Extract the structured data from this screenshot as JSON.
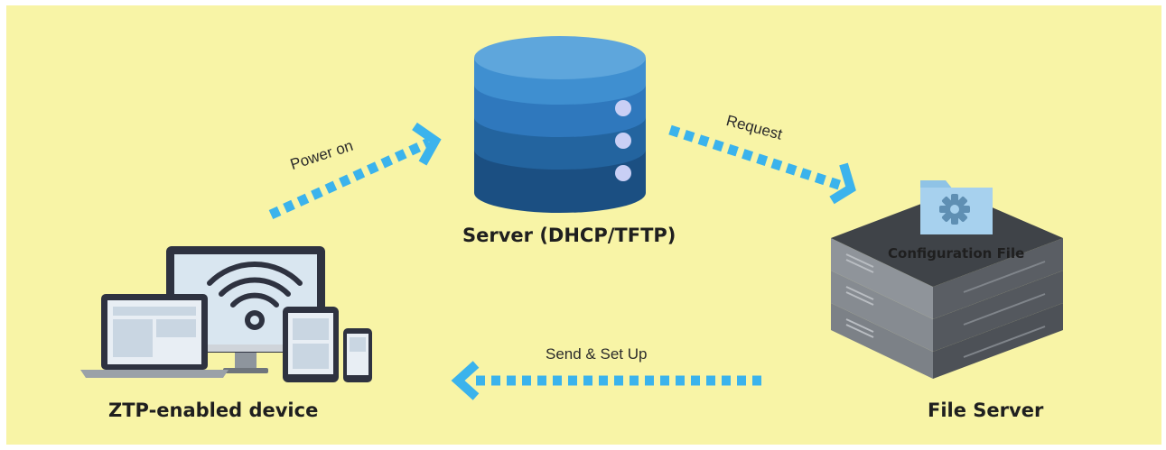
{
  "nodes": {
    "device": {
      "label": "ZTP-enabled device"
    },
    "server": {
      "label": "Server (DHCP/TFTP)"
    },
    "file_server": {
      "label": "File Server",
      "folder_label": "Configuration File"
    }
  },
  "arrows": {
    "power_on": "Power on",
    "request": "Request",
    "send_setup": "Send & Set Up"
  },
  "colors": {
    "background": "#f8f4a6",
    "arrow": "#3bb3ec",
    "db_top": "#5ea6dc",
    "db_mid": "#2f78bd",
    "db_bottom": "#1b4f82",
    "folder": "#8fc3e6",
    "server_rack": "#4d5157"
  }
}
